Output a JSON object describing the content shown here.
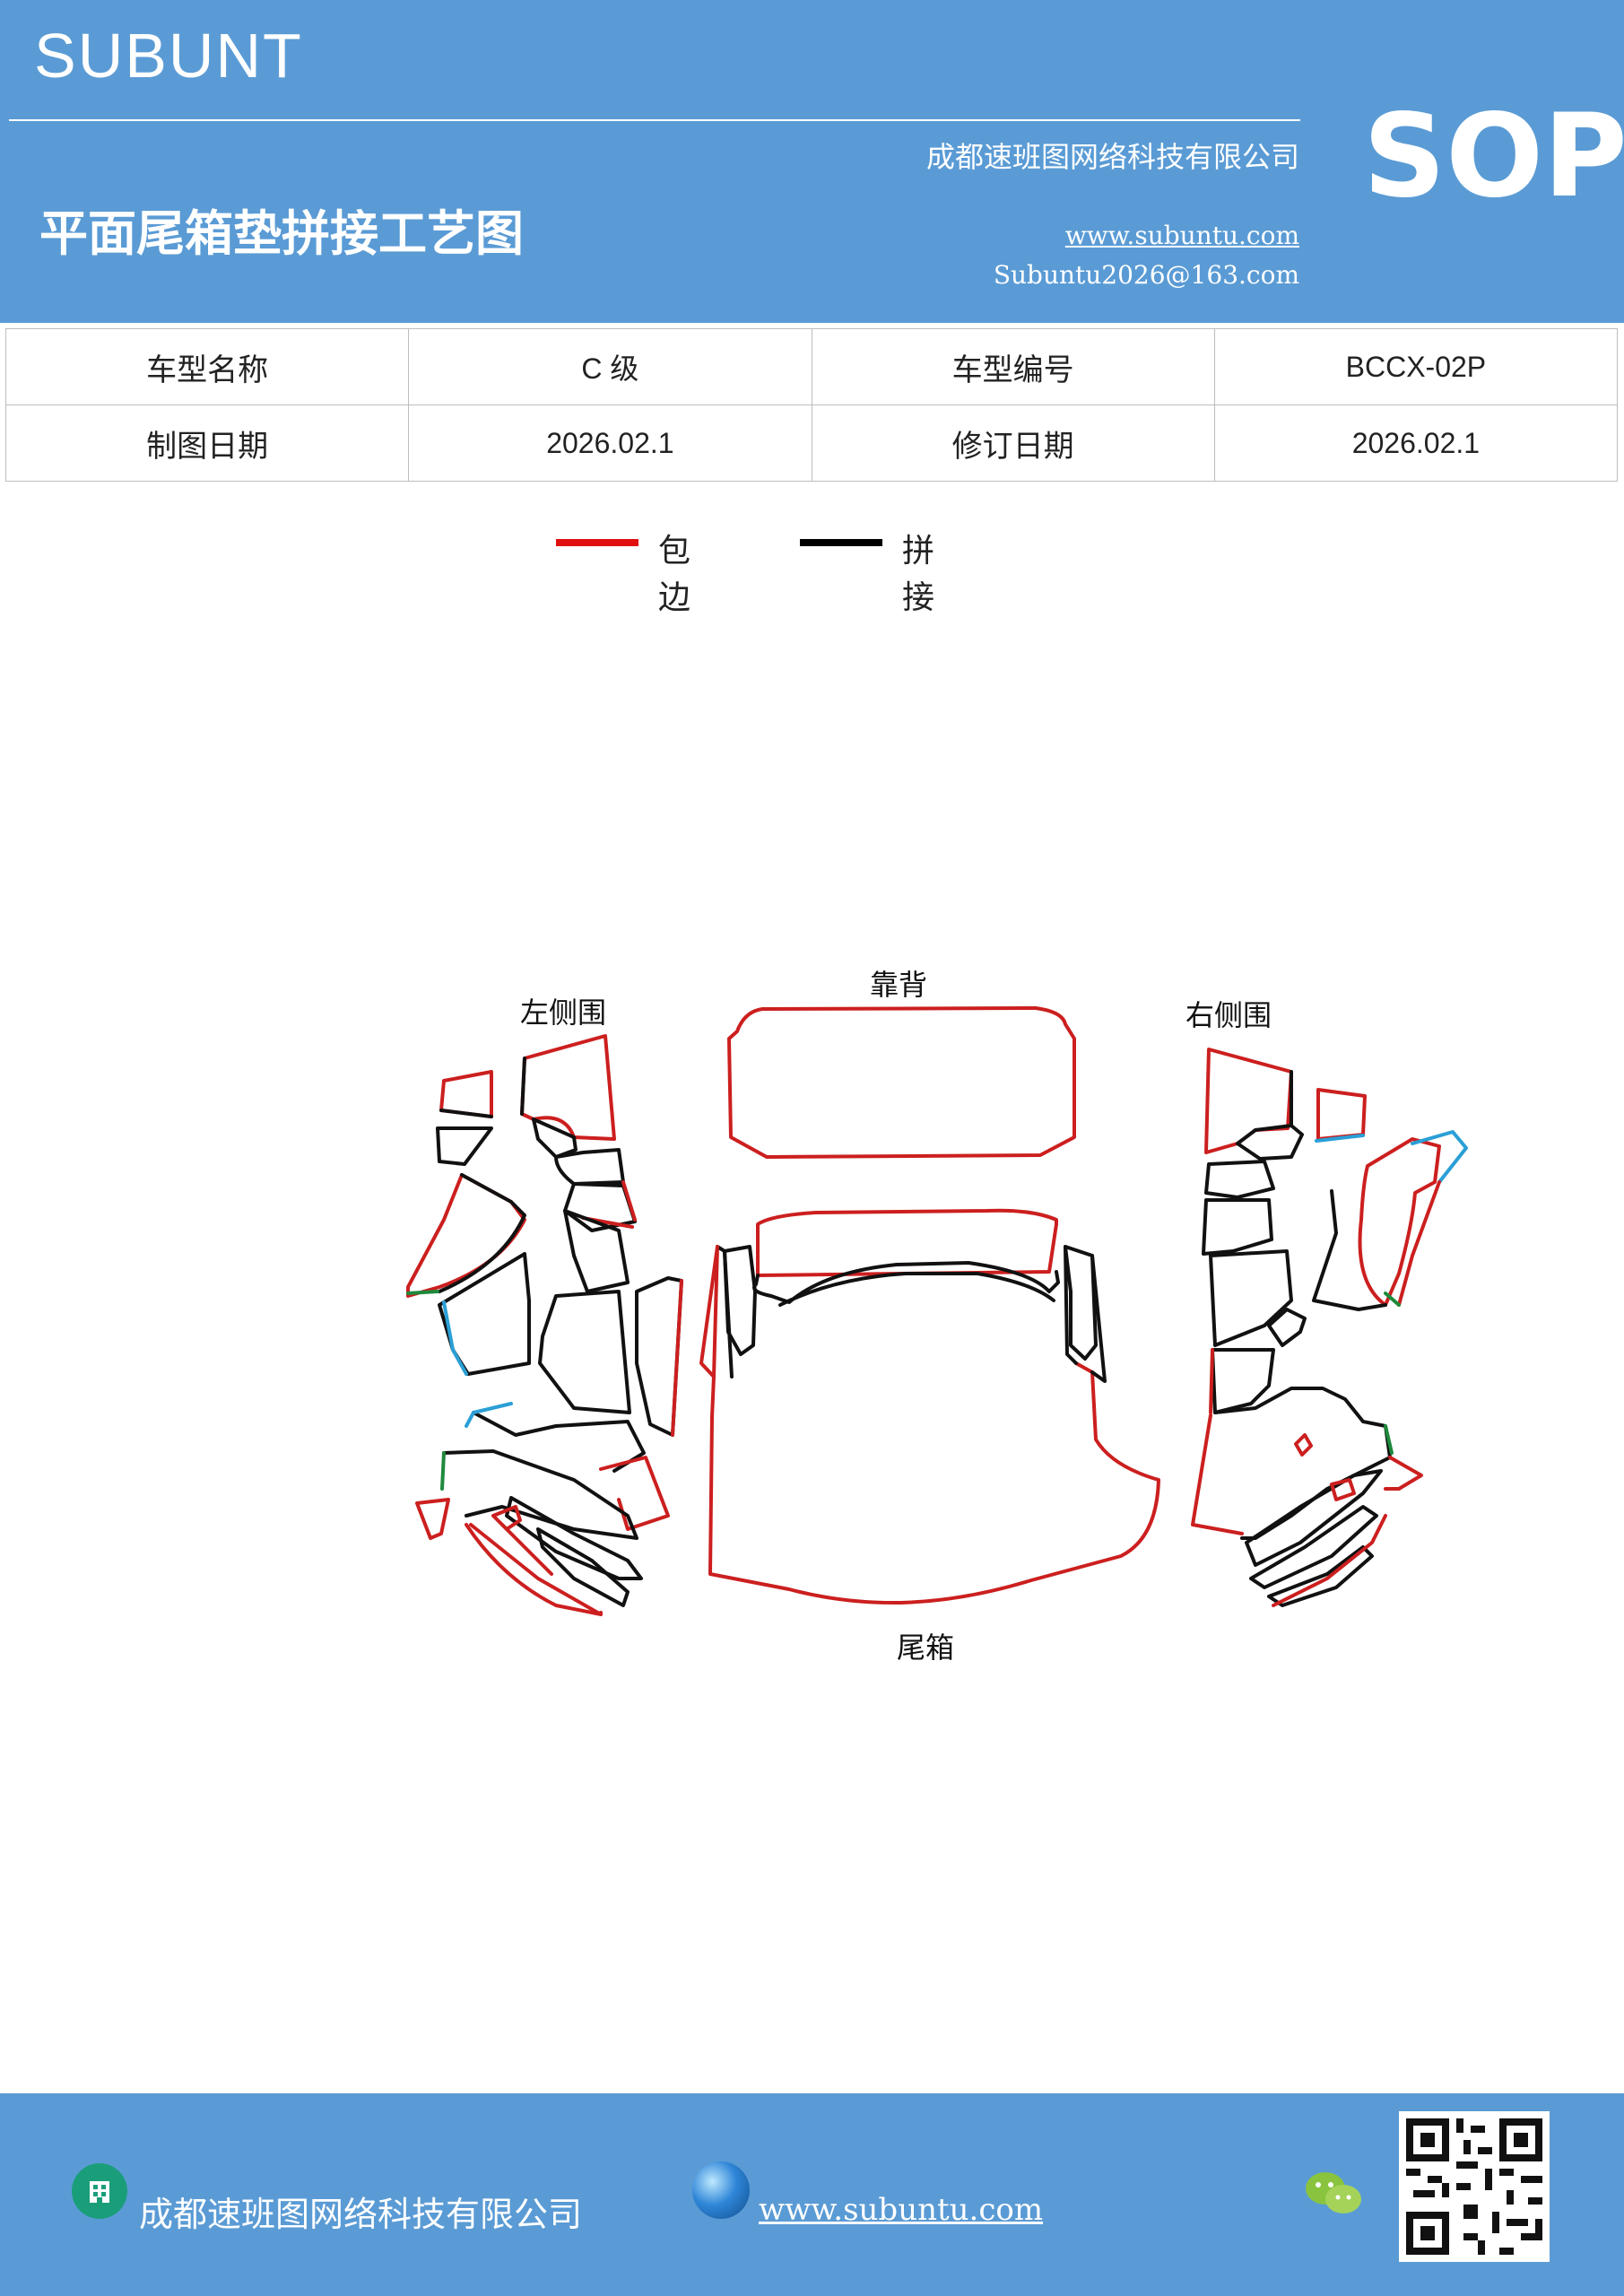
{
  "header": {
    "brand": "SUBUNT",
    "company": "成都速班图网络科技有限公司",
    "title": "平面尾箱垫拼接工艺图",
    "website": "www.subuntu.com",
    "email": "Subuntu2026@163.com",
    "badge": "SOP"
  },
  "info_table": {
    "rows": [
      {
        "k1": "车型名称",
        "v1": "C 级",
        "k2": "车型编号",
        "v2": "BCCX-02P"
      },
      {
        "k1": "制图日期",
        "v1": "2026.02.1",
        "k2": "修订日期",
        "v2": "2026.02.1"
      }
    ]
  },
  "legend": [
    {
      "label": "包边",
      "color": "#e01010"
    },
    {
      "label": "拼接",
      "color": "#000000"
    }
  ],
  "diagram": {
    "labels": {
      "left": "左侧围",
      "back": "靠背",
      "right": "右侧围",
      "trunk": "尾箱"
    },
    "colors": {
      "edge": "#cc1f1f",
      "seam": "#111111",
      "blue_mark": "#2a9fd6",
      "green_mark": "#1e8a3c"
    }
  },
  "footer": {
    "company": "成都速班图网络科技有限公司",
    "website": "www.subuntu.com"
  },
  "icons": [
    "building-icon",
    "globe-icon",
    "wechat-icon",
    "qr-code"
  ]
}
